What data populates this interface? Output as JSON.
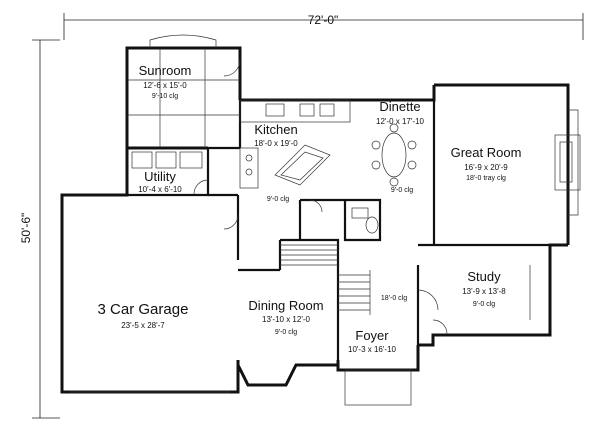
{
  "dimensions": {
    "overall_width": "72'-0\"",
    "overall_depth": "50'-6\""
  },
  "rooms": {
    "sunroom": {
      "name": "Sunroom",
      "dims": "12'-6 x 15'-0",
      "clg": "9'-10 clg"
    },
    "kitchen": {
      "name": "Kitchen",
      "dims": "18'-0 x 19'-0",
      "clg": ""
    },
    "dinette": {
      "name": "Dinette",
      "dims": "12'-0 x 17'-10",
      "clg": ""
    },
    "great": {
      "name": "Great Room",
      "dims": "16'-9 x 20'-9",
      "clg": "18'-0 tray clg"
    },
    "utility": {
      "name": "Utility",
      "dims": "10'-4 x 6'-10",
      "clg": ""
    },
    "garage": {
      "name": "3 Car Garage",
      "dims": "23'-5 x 28'-7",
      "clg": ""
    },
    "dining": {
      "name": "Dining Room",
      "dims": "13'-10 x 12'-0",
      "clg": "9'-0 clg"
    },
    "foyer": {
      "name": "Foyer",
      "dims": "10'-3 x 16'-10",
      "clg": ""
    },
    "study": {
      "name": "Study",
      "dims": "13'-9 x 13'-8",
      "clg": "9'-0 clg"
    }
  },
  "ceiling_notes": {
    "kitchen_area": "9'-0 clg",
    "dinette_area": "9'-0 clg",
    "foyer_area": "18'-0 clg"
  }
}
